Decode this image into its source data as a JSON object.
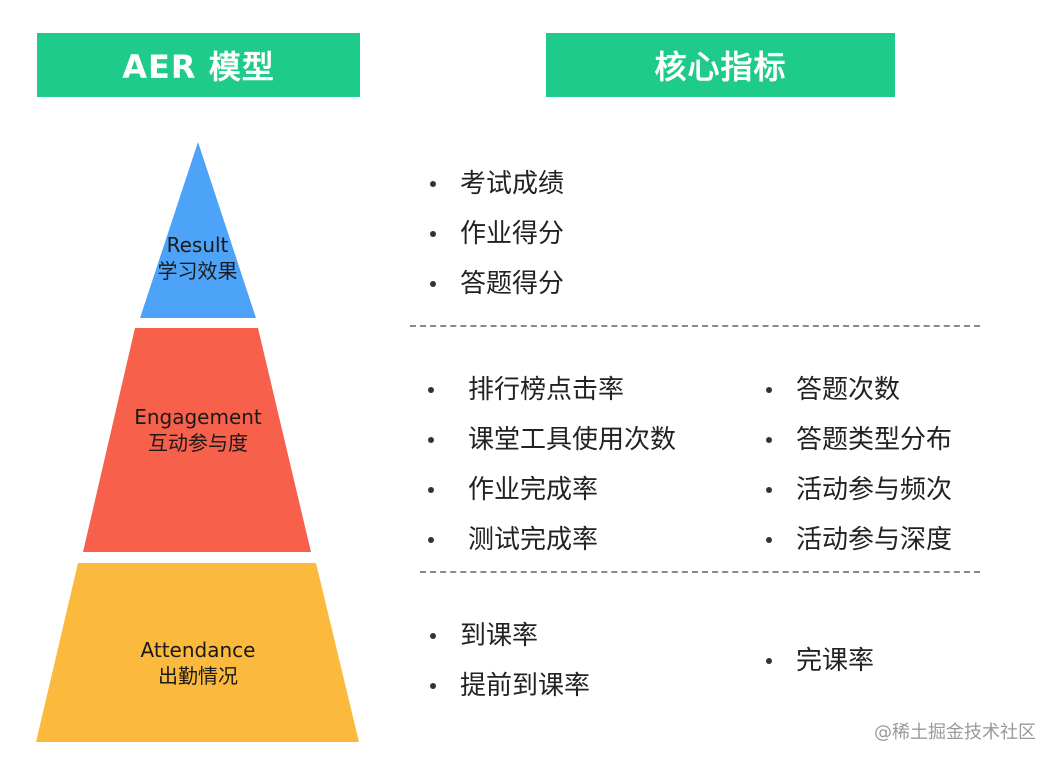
{
  "headers": {
    "left": "AER 模型",
    "right": "核心指标"
  },
  "pyramid": {
    "result": {
      "en": "Result",
      "zh": "学习效果",
      "color": "#4da3f7"
    },
    "engagement": {
      "en": "Engagement",
      "zh": "互动参与度",
      "color": "#f7604a"
    },
    "attendance": {
      "en": "Attendance",
      "zh": "出勤情况",
      "color": "#fbba3e"
    }
  },
  "metrics": {
    "result": [
      "考试成绩",
      "作业得分",
      "答题得分"
    ],
    "engagement_left": [
      "排行榜点击率",
      "课堂工具使用次数",
      "作业完成率",
      "测试完成率"
    ],
    "engagement_right": [
      "答题次数",
      "答题类型分布",
      "活动参与频次",
      "活动参与深度"
    ],
    "attendance_left": [
      "到课率",
      "提前到课率"
    ],
    "attendance_right": [
      "完课率"
    ]
  },
  "footer": "@稀土掘金技术社区",
  "colors": {
    "header_bg": "#1ecb8a"
  }
}
